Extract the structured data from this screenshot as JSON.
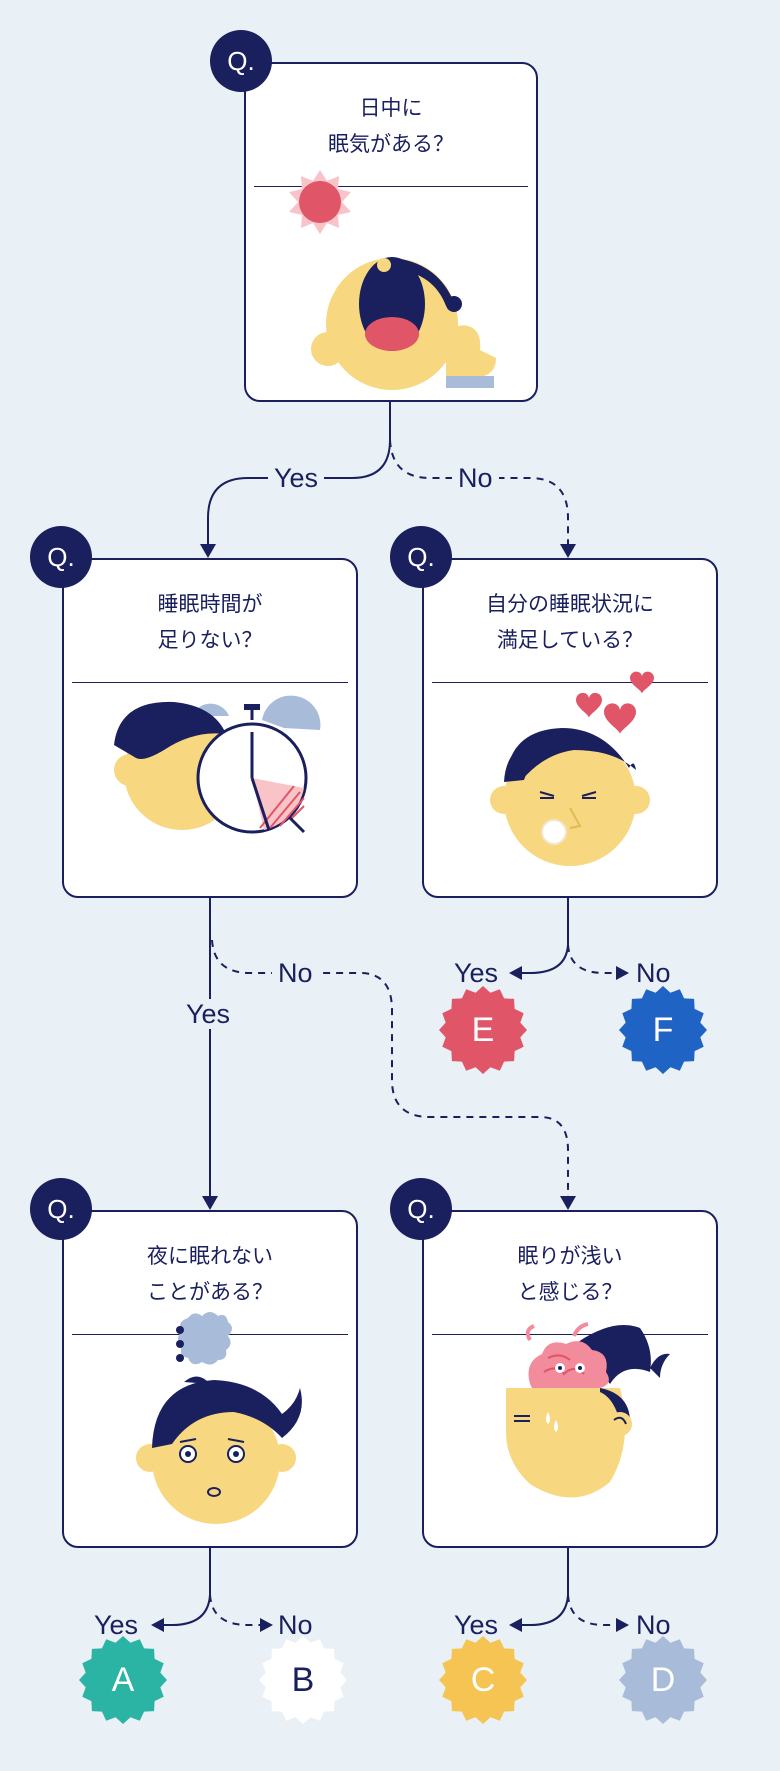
{
  "question_badge": "Q.",
  "questions": {
    "q1": {
      "lines": [
        "日中に",
        "眠気がある？"
      ]
    },
    "q2": {
      "lines": [
        "睡眠時間が",
        "足りない？"
      ]
    },
    "q3": {
      "lines": [
        "自分の睡眠状況に",
        "満足している？"
      ]
    },
    "q4": {
      "lines": [
        "夜に眠れない",
        "ことがある？"
      ]
    },
    "q5": {
      "lines": [
        "眠りが浅い",
        "と感じる？"
      ]
    }
  },
  "answers": {
    "yes": "Yes",
    "no": "No"
  },
  "results": {
    "A": {
      "label": "A",
      "color": "#2bb3a3"
    },
    "B": {
      "label": "B",
      "color": "#ffffff"
    },
    "C": {
      "label": "C",
      "color": "#f5c453"
    },
    "D": {
      "label": "D",
      "color": "#a8bcd9"
    },
    "E": {
      "label": "E",
      "color": "#e05568"
    },
    "F": {
      "label": "F",
      "color": "#1f63c4"
    }
  },
  "colors": {
    "navy": "#1a1f5e",
    "skin": "#f7d77f",
    "pink": "#e05568",
    "background": "#e9f1f7"
  }
}
